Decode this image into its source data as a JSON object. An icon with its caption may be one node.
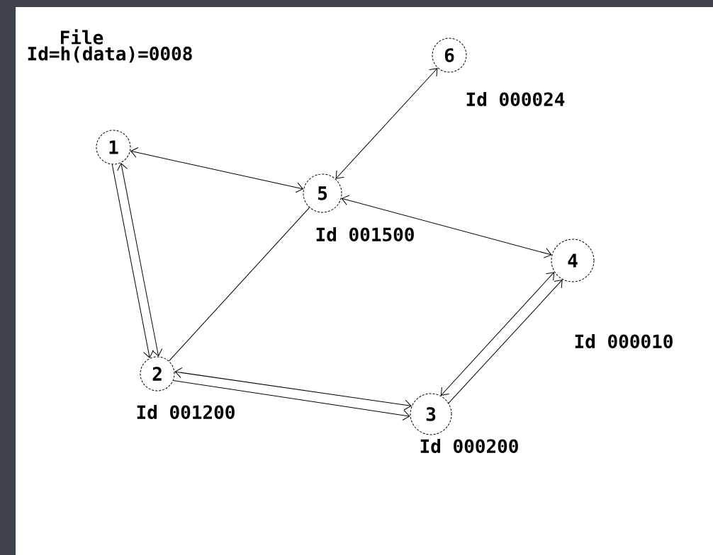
{
  "diagram": {
    "nodes": [
      {
        "text": [
          "1"
        ]
      },
      {
        "text": [
          "2"
        ],
        "beside": [
          "Id 001200"
        ]
      },
      {
        "text": [
          "3"
        ],
        "beside": [
          "Id 000200"
        ]
      },
      {
        "text": [
          "4"
        ],
        "beside": [
          "Id 000010"
        ]
      },
      {
        "text": [
          "5"
        ],
        "beside": [
          "Id 001500"
        ]
      },
      {
        "text": [
          "6"
        ],
        "beside": [
          "Id 000024"
        ]
      }
    ],
    "edges": [
      {
        "from": 0,
        "to": 4,
        "arrow": "both"
      },
      {
        "from": 4,
        "to": 5,
        "arrow": "both"
      },
      {
        "from": 4,
        "to": 3,
        "arrow": "both"
      },
      {
        "from": 0,
        "to": 1,
        "arrow": "to"
      },
      {
        "from": 0,
        "to": 1,
        "arrow": "both"
      },
      {
        "from": 1,
        "to": 4,
        "arrow": "none"
      },
      {
        "from": 1,
        "to": 2,
        "arrow": "both"
      },
      {
        "from": 1,
        "to": 2,
        "arrow": "to"
      },
      {
        "from": 2,
        "to": 3,
        "arrow": "both"
      },
      {
        "from": 2,
        "to": 3,
        "arrow": "to"
      }
    ],
    "labels": [
      "File",
      "Id=h(data)=0008"
    ]
  }
}
